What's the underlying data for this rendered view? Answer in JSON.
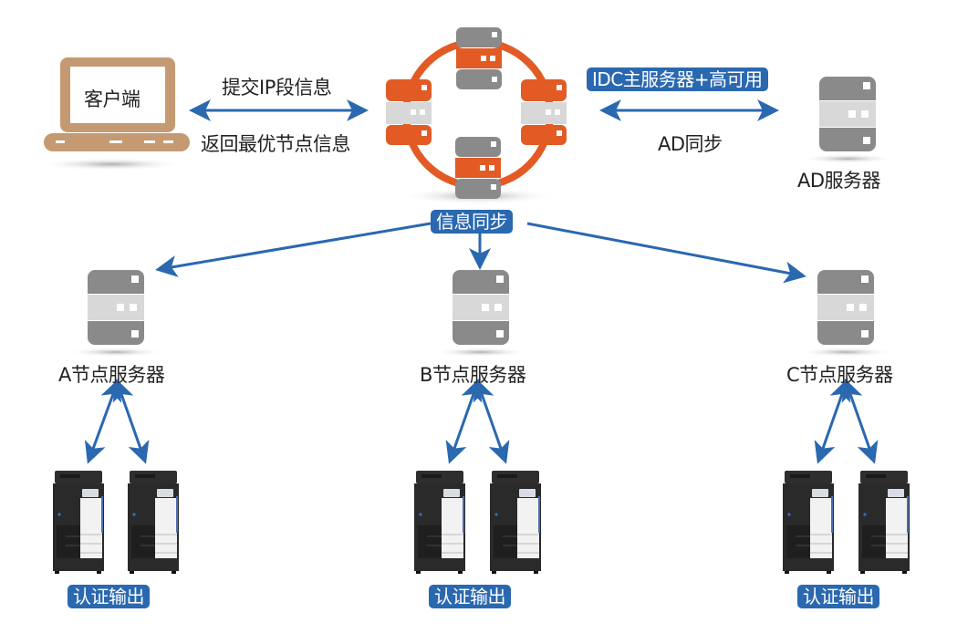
{
  "colors": {
    "accent_blue": "#2a68b0",
    "orange": "#e25b25",
    "server_dark": "#8a8a8a",
    "server_light": "#d8d8d8",
    "laptop_tan": "#c59a72"
  },
  "client": {
    "label": "客户端",
    "icon": "laptop-icon"
  },
  "client_link": {
    "top_label": "提交IP段信息",
    "bottom_label": "返回最优节点信息",
    "icon": "double-arrow-icon"
  },
  "idc": {
    "badge": "IDC主服务器+高可用",
    "icon": "server-cluster-icon"
  },
  "ad_link": {
    "label": "AD同步",
    "icon": "double-arrow-icon"
  },
  "ad_server": {
    "label": "AD服务器",
    "icon": "server-icon"
  },
  "sync": {
    "badge": "信息同步"
  },
  "nodes": [
    {
      "label": "A节点服务器",
      "output_badge": "认证输出",
      "printers": 2
    },
    {
      "label": "B节点服务器",
      "output_badge": "认证输出",
      "printers": 2
    },
    {
      "label": "C节点服务器",
      "output_badge": "认证输出",
      "printers": 2
    }
  ]
}
